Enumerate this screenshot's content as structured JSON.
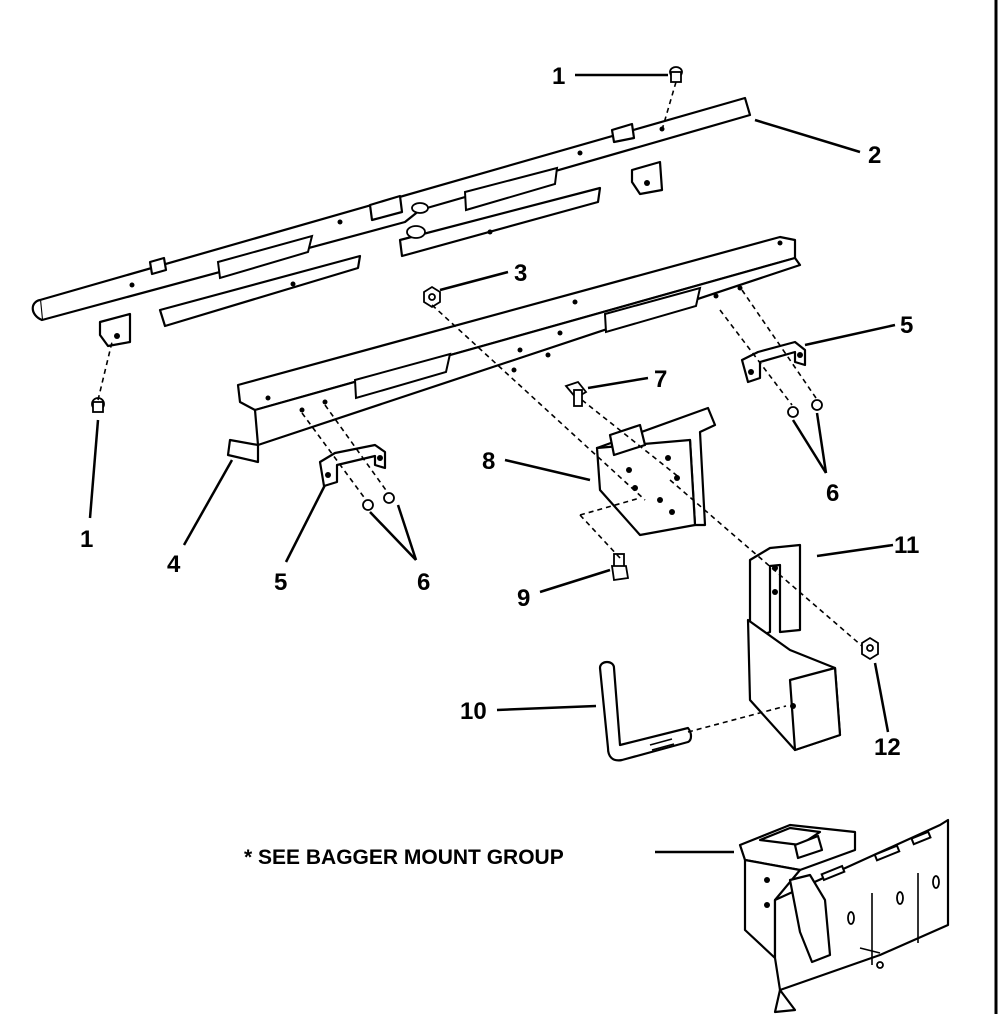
{
  "callouts": {
    "c1_top": "1",
    "c1_left": "1",
    "c2": "2",
    "c3": "3",
    "c4": "4",
    "c5_right": "5",
    "c5_left": "5",
    "c6_right": "6",
    "c6_left": "6",
    "c7": "7",
    "c8": "8",
    "c9": "9",
    "c10": "10",
    "c11": "11",
    "c12": "12"
  },
  "note": "* SEE BAGGER MOUNT GROUP",
  "colors": {
    "line": "#000000",
    "background": "#ffffff"
  }
}
